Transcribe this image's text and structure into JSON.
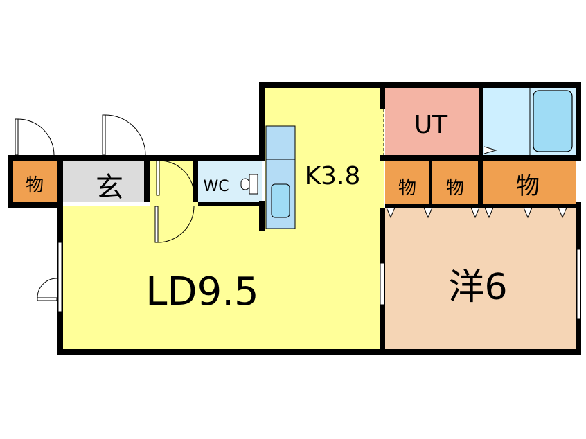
{
  "rooms": {
    "ld": {
      "label": "LD9.5",
      "color": "#ffff99"
    },
    "k": {
      "label": "K3.8",
      "color": "#ffff99"
    },
    "yo": {
      "label": "洋6",
      "color": "#f5d5b5"
    },
    "ut": {
      "label": "UT",
      "color": "#f4b4a4"
    },
    "wc": {
      "label": "WC",
      "color": "#d9f0fa"
    },
    "genkan": {
      "label": "玄",
      "color": "#dcdcdc"
    },
    "storage_left": {
      "label": "物",
      "color": "#f0a050"
    },
    "storage_1": {
      "label": "物",
      "color": "#f0a050"
    },
    "storage_2": {
      "label": "物",
      "color": "#f0a050"
    },
    "storage_3": {
      "label": "物",
      "color": "#f0a050"
    },
    "bath": {
      "color": "#cdefff"
    }
  },
  "colors": {
    "wall": "#000000",
    "fixture": "#9fdcf5",
    "counter": "#b4dcf5"
  }
}
